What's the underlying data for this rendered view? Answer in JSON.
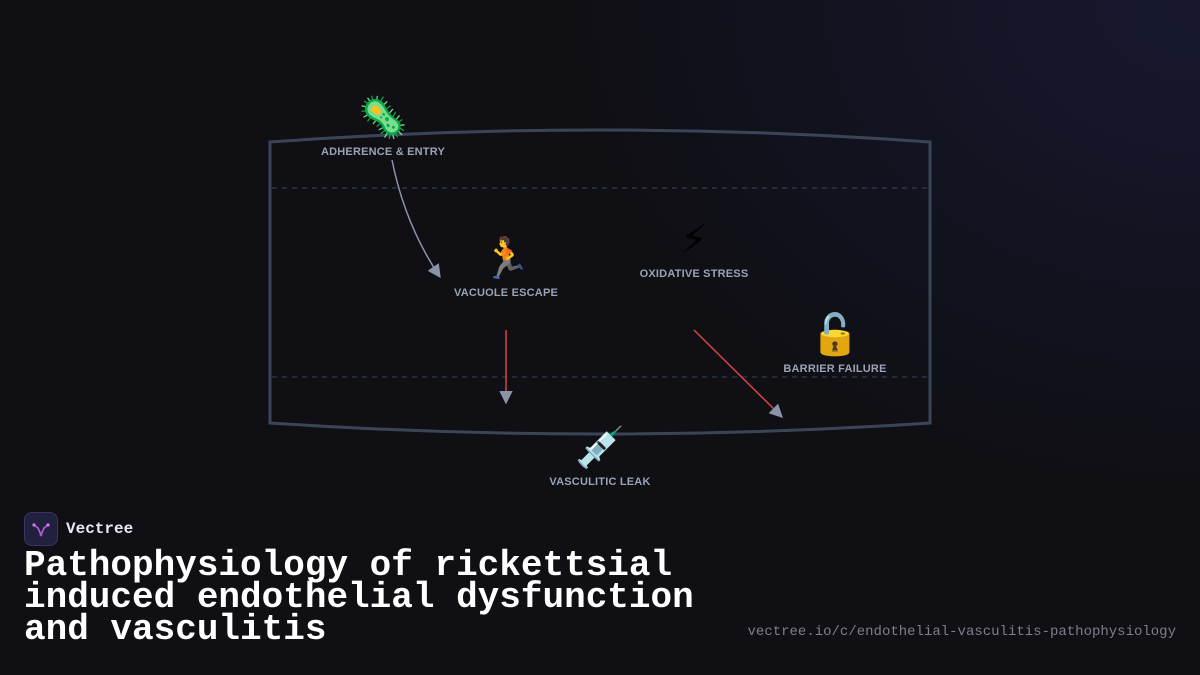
{
  "diagram": {
    "nodes": [
      {
        "id": "adherence",
        "label": "ADHERENCE & ENTRY",
        "icon": "microbe-icon",
        "glyph": "🦠"
      },
      {
        "id": "vacuole",
        "label": "VACUOLE ESCAPE",
        "icon": "running-person-icon",
        "glyph": "🏃"
      },
      {
        "id": "oxidative",
        "label": "OXIDATIVE STRESS",
        "icon": "lightning-icon",
        "glyph": "⚡"
      },
      {
        "id": "barrier",
        "label": "BARRIER FAILURE",
        "icon": "unlocked-padlock-icon",
        "glyph": "🔓"
      },
      {
        "id": "leak",
        "label": "VASCULITIC LEAK",
        "icon": "syringe-icon",
        "glyph": "💉"
      }
    ],
    "edges": [
      {
        "from": "adherence",
        "to": "vacuole",
        "color": "#8a93a8"
      },
      {
        "from": "vacuole",
        "to": "leak",
        "color": "#d9434a"
      },
      {
        "from": "oxidative",
        "to": "barrier",
        "color": "#d9434a"
      }
    ],
    "colors": {
      "vessel_outline": "#3a4658",
      "vessel_dashes": "#2c3442",
      "arrowhead": "#8a93a8"
    }
  },
  "brand": {
    "name": "Vectree",
    "logo_icon": "vectree-logo-icon",
    "accent": "#b45bd9"
  },
  "title": "Pathophysiology of rickettsial induced endothelial dysfunction and vasculitis",
  "source_url": "vectree.io/c/endothelial-vasculitis-pathophysiology"
}
